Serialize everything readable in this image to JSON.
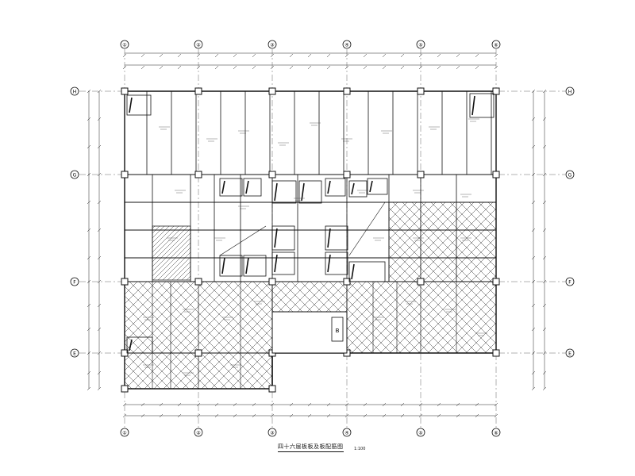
{
  "drawing": {
    "title": "四十六层板板及板配筋图",
    "scale": "1:100",
    "grid_columns": [
      "①",
      "②",
      "③",
      "④",
      "⑤",
      "⑥"
    ],
    "grid_rows": [
      "H",
      "G",
      "F",
      "E"
    ],
    "marker": "B"
  }
}
